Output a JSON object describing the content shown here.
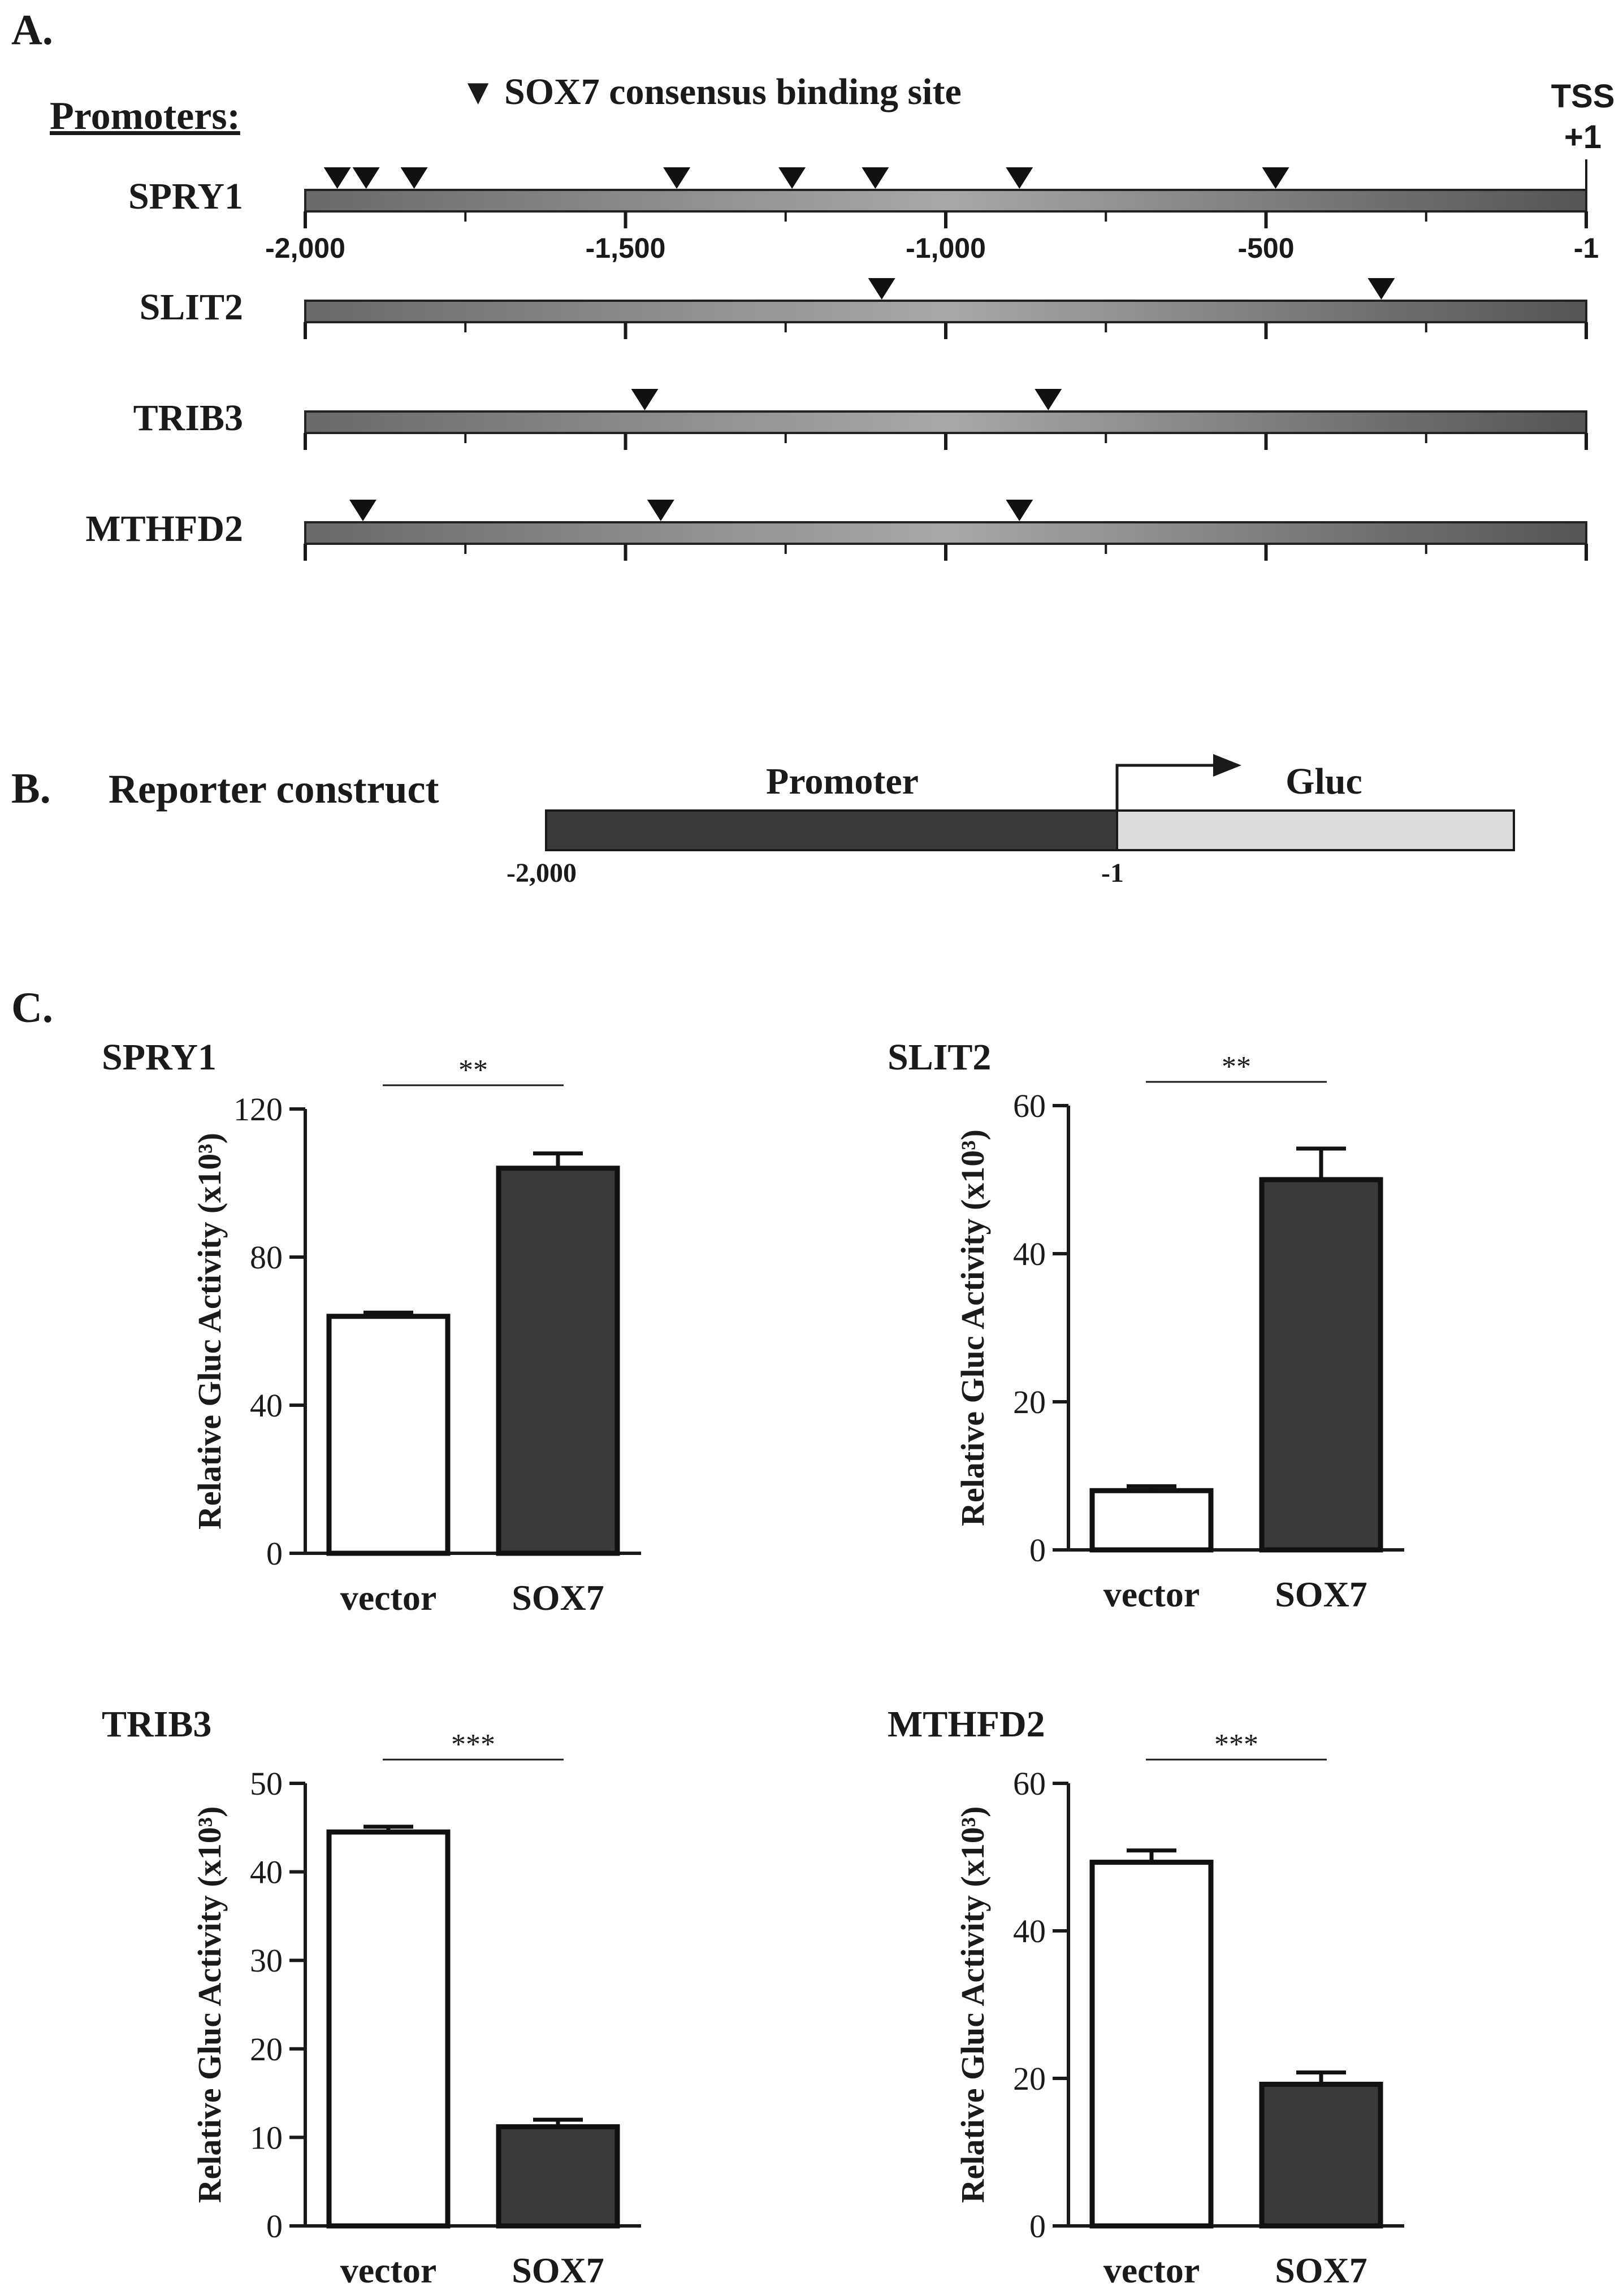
{
  "panel_a": {
    "label": "A.",
    "promoters_heading": "Promoters:",
    "legend_marker": "▼",
    "legend_text": "SOX7 consensus binding site",
    "tss_label": "TSS",
    "tss_pos": "+1",
    "axis_ticks": [
      "-2,000",
      "-1,500",
      "-1,000",
      "-500",
      "-1"
    ],
    "tracks": [
      {
        "name": "SPRY1",
        "sites": [
          -1950,
          -1905,
          -1830,
          -1420,
          -1240,
          -1110,
          -885,
          -485
        ]
      },
      {
        "name": "SLIT2",
        "sites": [
          -1100,
          -320
        ]
      },
      {
        "name": "TRIB3",
        "sites": [
          -1470,
          -840
        ]
      },
      {
        "name": "MTHFD2",
        "sites": [
          -1910,
          -1445,
          -885
        ]
      }
    ]
  },
  "panel_b": {
    "label": "B.",
    "title": "Reporter construct",
    "promoter_label": "Promoter",
    "gluc_label": "Gluc",
    "left_tick": "-2,000",
    "right_tick": "-1"
  },
  "panel_c": {
    "label": "C."
  },
  "colors": {
    "dark_bar": "#3a3a3a",
    "track_grey": "#8a8a8a",
    "gluc_fill": "#dcdcdc"
  },
  "chart_data": [
    {
      "type": "bar",
      "title": "SPRY1",
      "ylabel": "Relative Gluc Activity (x10³)",
      "categories": [
        "vector",
        "SOX7"
      ],
      "values": [
        64,
        104
      ],
      "errors": [
        1,
        4
      ],
      "ylim": [
        0,
        120
      ],
      "yticks": [
        0,
        40,
        80,
        120
      ],
      "significance": "**"
    },
    {
      "type": "bar",
      "title": "SLIT2",
      "ylabel": "Relative Gluc Activity (x10³)",
      "categories": [
        "vector",
        "SOX7"
      ],
      "values": [
        8,
        50
      ],
      "errors": [
        0.6,
        4.2
      ],
      "ylim": [
        0,
        60
      ],
      "yticks": [
        0,
        20,
        40,
        60
      ],
      "significance": "**"
    },
    {
      "type": "bar",
      "title": "TRIB3",
      "ylabel": "Relative Gluc Activity (x10³)",
      "categories": [
        "vector",
        "SOX7"
      ],
      "values": [
        44.5,
        11.2
      ],
      "errors": [
        0.6,
        0.8
      ],
      "ylim": [
        0,
        50
      ],
      "yticks": [
        0,
        10,
        20,
        30,
        40,
        50
      ],
      "significance": "***"
    },
    {
      "type": "bar",
      "title": "MTHFD2",
      "ylabel": "Relative Gluc Activity (x10³)",
      "categories": [
        "vector",
        "SOX7"
      ],
      "values": [
        49.3,
        19.2
      ],
      "errors": [
        1.6,
        1.6
      ],
      "ylim": [
        0,
        60
      ],
      "yticks": [
        0,
        20,
        40,
        60
      ],
      "significance": "***"
    }
  ]
}
